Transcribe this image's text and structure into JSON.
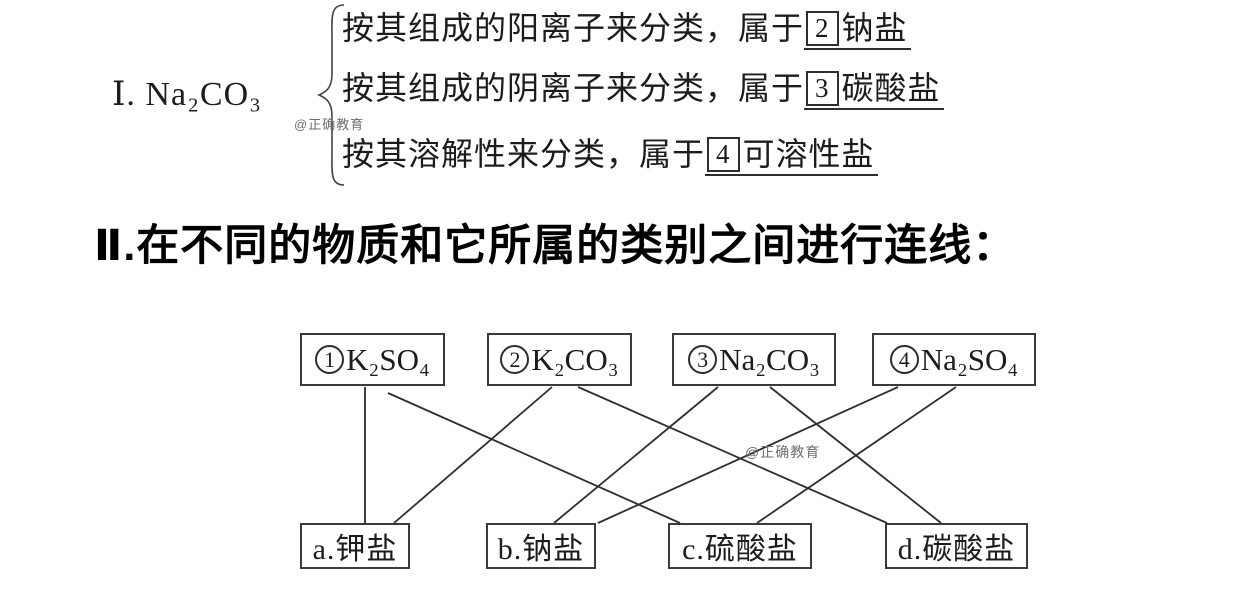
{
  "page": {
    "background": "#ffffff",
    "text_color": "#1c1c1c",
    "line_color": "#2e2e2e",
    "watermark_color": "#6f6f6f"
  },
  "watermarks": [
    {
      "text": "@正确教育"
    },
    {
      "text": "@正确教育"
    }
  ],
  "part1": {
    "label": "Ⅰ. Na₂CO₃",
    "items": [
      {
        "prefix": "按其组成的阳离子来分类，属于",
        "box_number": "2",
        "answer": "钠盐"
      },
      {
        "prefix": "按其组成的阴离子来分类，属于",
        "box_number": "3",
        "answer": "碳酸盐"
      },
      {
        "prefix": "按其溶解性来分类，属于",
        "box_number": "4",
        "answer": "可溶性盐"
      }
    ]
  },
  "part2": {
    "heading": "Ⅱ.在不同的物质和它所属的类别之间进行连线："
  },
  "diagram": {
    "substances": [
      {
        "id": "1",
        "number": "1",
        "formula": "K₂SO₄"
      },
      {
        "id": "2",
        "number": "2",
        "formula": "K₂CO₃"
      },
      {
        "id": "3",
        "number": "3",
        "formula": "Na₂CO₃"
      },
      {
        "id": "4",
        "number": "4",
        "formula": "Na₂SO₄"
      }
    ],
    "categories": [
      {
        "id": "a",
        "label": "a.钾盐"
      },
      {
        "id": "b",
        "label": "b.钠盐"
      },
      {
        "id": "c",
        "label": "c.硫酸盐"
      },
      {
        "id": "d",
        "label": "d.碳酸盐"
      }
    ],
    "connections": [
      {
        "from": "1",
        "to": "a"
      },
      {
        "from": "1",
        "to": "c"
      },
      {
        "from": "2",
        "to": "a"
      },
      {
        "from": "2",
        "to": "d"
      },
      {
        "from": "3",
        "to": "b"
      },
      {
        "from": "3",
        "to": "d"
      },
      {
        "from": "4",
        "to": "b"
      },
      {
        "from": "4",
        "to": "c"
      }
    ],
    "line_coords": [
      [
        365,
        387,
        365,
        523
      ],
      [
        388,
        393,
        680,
        523
      ],
      [
        552,
        387,
        394,
        523
      ],
      [
        578,
        387,
        887,
        523
      ],
      [
        718,
        387,
        554,
        523
      ],
      [
        770,
        387,
        941,
        523
      ],
      [
        898,
        387,
        598,
        523
      ],
      [
        956,
        387,
        757,
        523
      ]
    ]
  }
}
